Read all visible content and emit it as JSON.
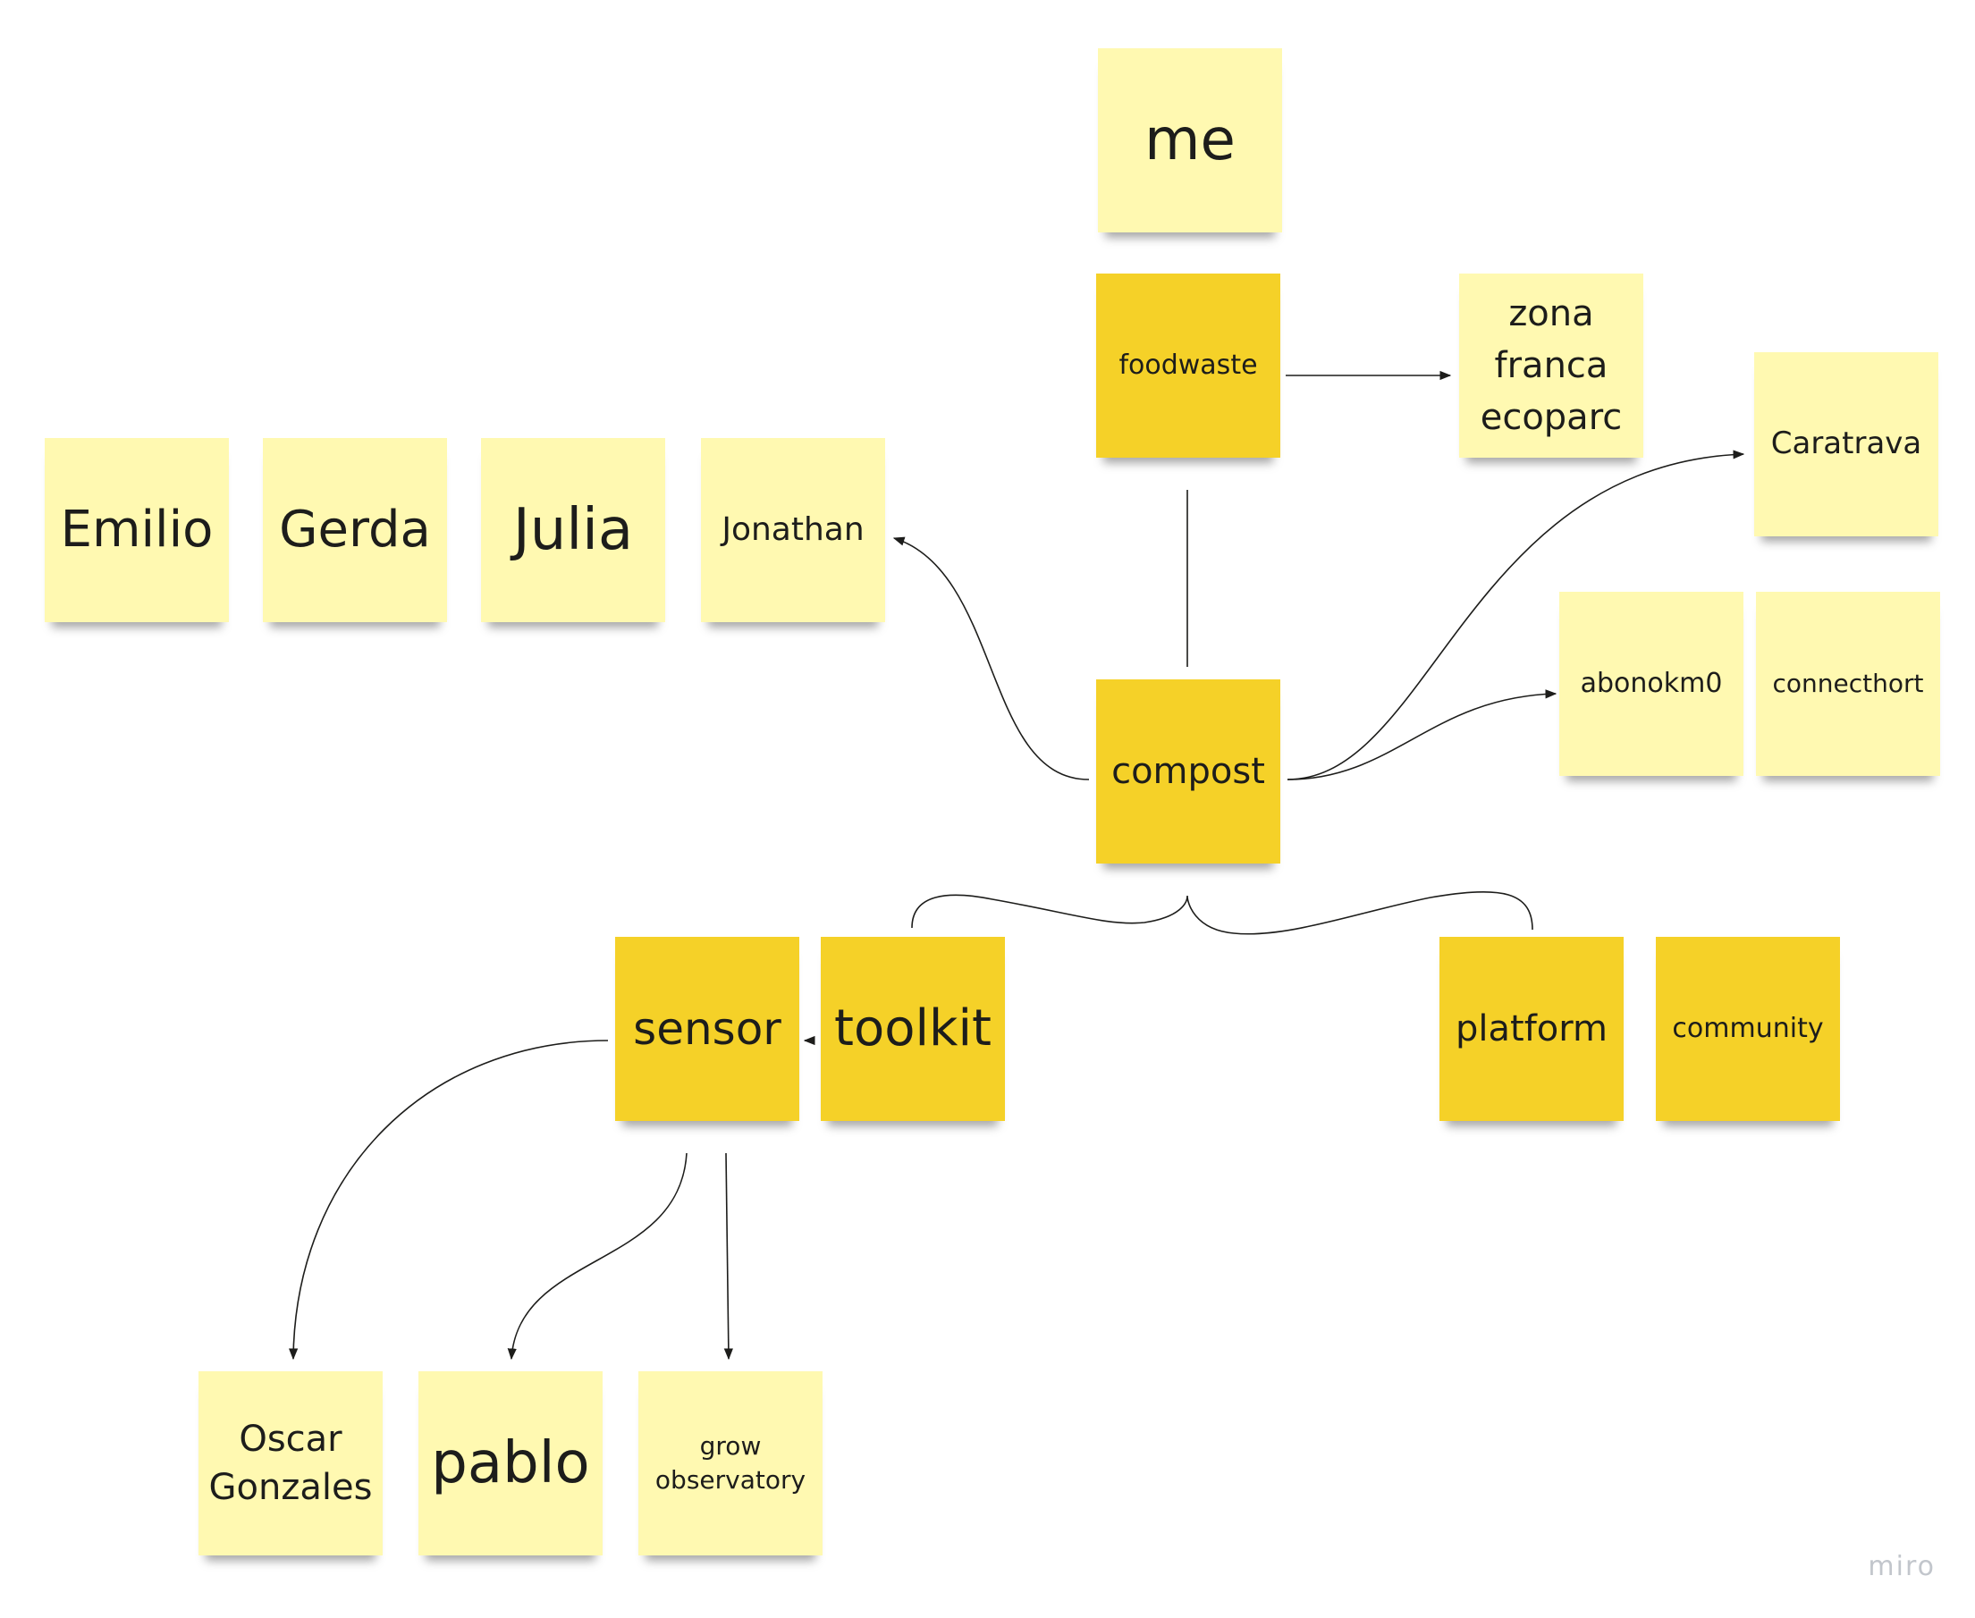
{
  "board": {
    "accent_light": "#fff9b1",
    "accent_dark": "#f5d128",
    "watermark": "miro"
  },
  "notes": {
    "me": "me",
    "foodwaste": "foodwaste",
    "zona_franca": "zona\nfranca\necoparc",
    "caratrava": "Caratrava",
    "emilio": "Emilio",
    "gerda": "Gerda",
    "julia": "Julia",
    "jonathan": "Jonathan",
    "abonokm0": "abonokm0",
    "connecthort": "connecthort",
    "compost": "compost",
    "sensor": "sensor",
    "toolkit": "toolkit",
    "platform": "platform",
    "community": "community",
    "oscar": "Oscar\nGonzales",
    "pablo": "pablo",
    "grow": "grow\nobservatory"
  }
}
